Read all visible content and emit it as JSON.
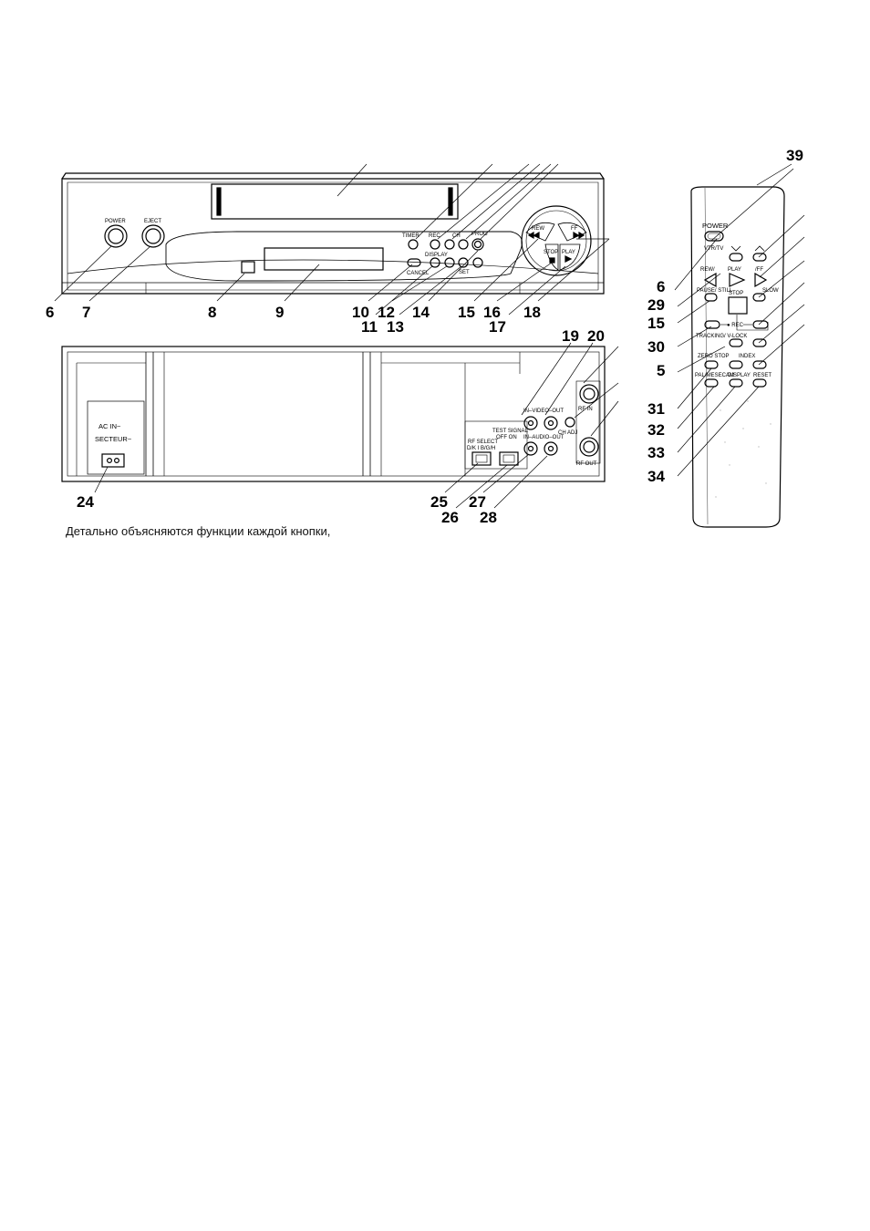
{
  "front_panel": {
    "labels": {
      "power_btn": "POWER",
      "eject_btn": "EJECT",
      "timer": "TIMER",
      "rec": "REC",
      "ch": "CH",
      "prog": "PROG",
      "cancel": "CANCEL",
      "display": "DISPLAY",
      "set": "SET",
      "rew": "REW",
      "ff": "FF",
      "play": "PLAY",
      "stop": "STOP"
    },
    "callouts": [
      "6",
      "7",
      "8",
      "9",
      "10",
      "11",
      "12",
      "13",
      "14",
      "15",
      "16",
      "17",
      "18"
    ]
  },
  "rear_panel": {
    "labels": {
      "ac_in": "AC IN~",
      "secteur": "SECTEUR~",
      "video_in_out": "IN–VIDEO–OUT",
      "audio_in_out": "IN–AUDIO–OUT",
      "rf_in": "RF IN",
      "rf_out": "RF OUT",
      "ch_adj": "CH ADJ",
      "rf_select": "RF SELECT",
      "rf_select_opts": "D/K  I  B/G/H",
      "test_signal": "TEST SIGNAL",
      "test_signal_opts": "OFF  ON"
    },
    "callouts": [
      "19",
      "20",
      "24",
      "25",
      "26",
      "27",
      "28"
    ]
  },
  "remote": {
    "labels": {
      "power": "POWER",
      "vtr_tv": "VTR/TV",
      "rew": "REW/",
      "play": "PLAY",
      "ff": "/FF",
      "pause_still": "PAUSE/ STILL",
      "stop": "STOP",
      "slow": "SLOW",
      "rec": "● REC",
      "tracking": "TRACKING/ V-LOCK",
      "zero_stop": "ZERO STOP",
      "index": "INDEX",
      "pal_mesecam": "PAL/MESECAM",
      "display": "DISPLAY",
      "reset": "RESET"
    },
    "callouts": [
      "39",
      "6",
      "29",
      "15",
      "30",
      "5",
      "31",
      "32",
      "33",
      "34"
    ]
  },
  "caption": "Детально объясняются функции каждой кнопки,"
}
